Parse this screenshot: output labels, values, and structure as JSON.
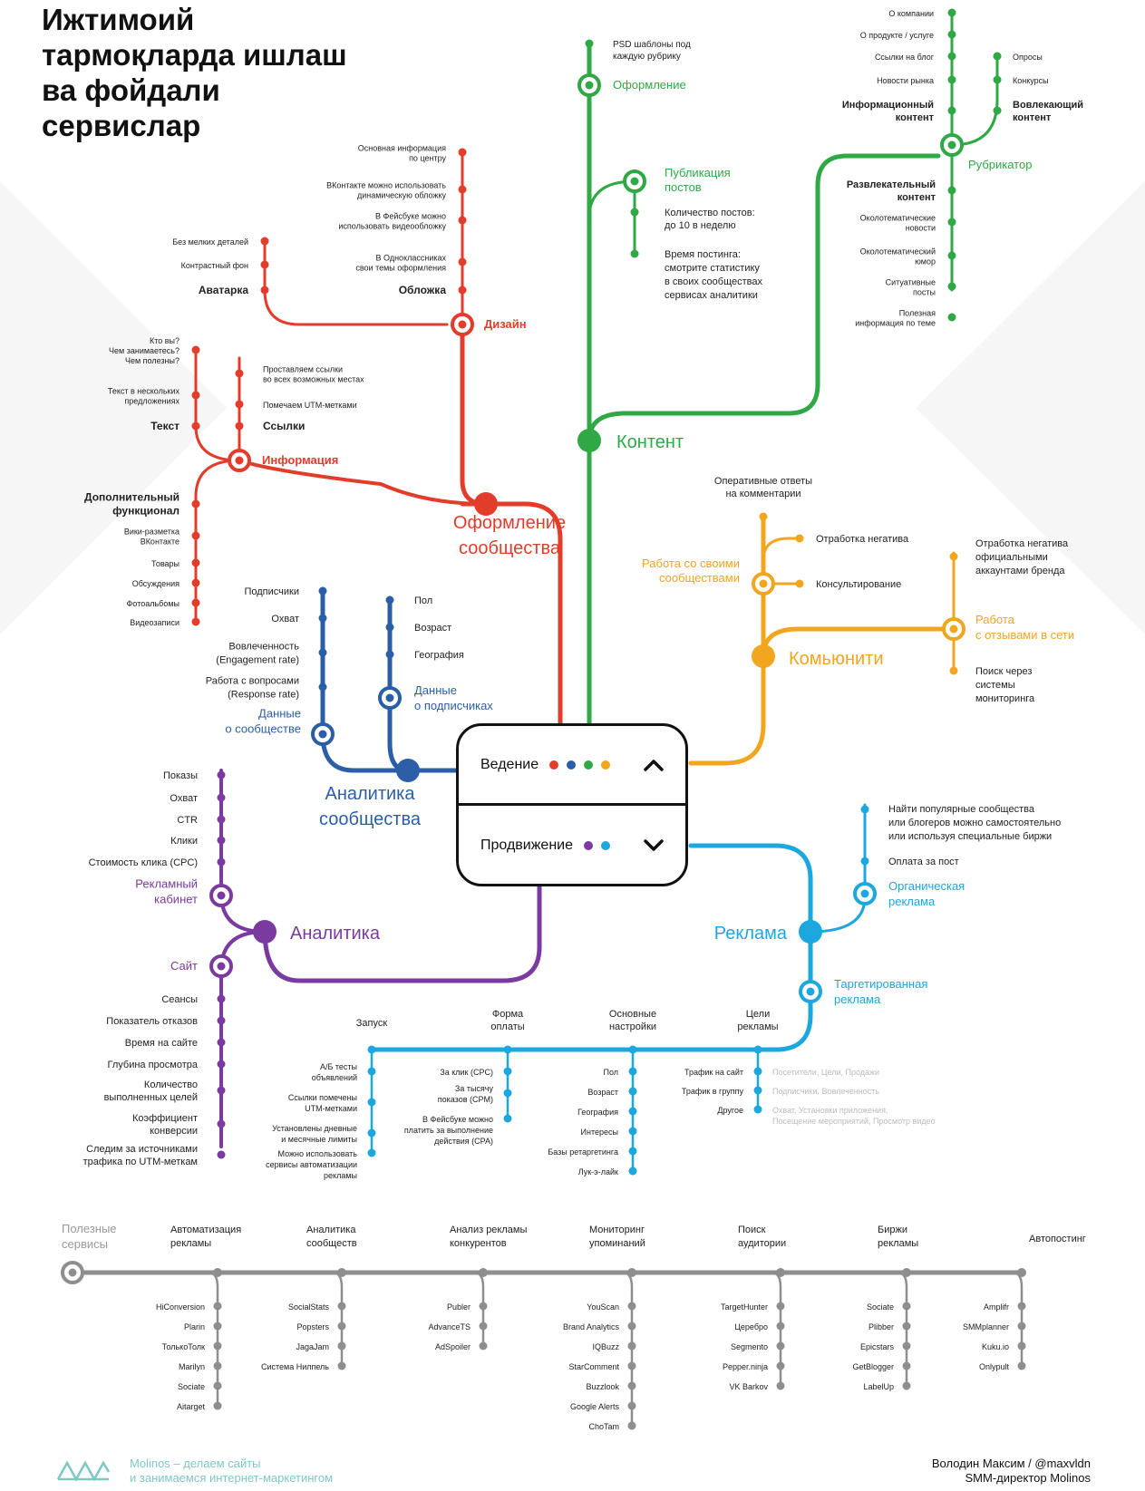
{
  "title": "Ижтимоий\nтармоқларда ишлаш\nва фойдали\nсервислар",
  "colors": {
    "design": "#e23c2b",
    "content": "#2fa845",
    "community": "#f2a51f",
    "analytics": "#2b5ea7",
    "ads_analytics": "#7b3aa0",
    "ads": "#1ca7de",
    "services": "#8e8e8e"
  },
  "hub": {
    "top_label": "Ведение",
    "bottom_label": "Продвижение",
    "top_icon": "chevron-up-icon",
    "bottom_icon": "chevron-down-icon"
  },
  "lines": {
    "oformlenie_soobshchestva": "Оформление\nсообщества",
    "kontent": "Контент",
    "komyuniti": "Комьюнити",
    "analitika_soobshchestva": "Аналитика\nсообщества",
    "analitika": "Аналитика",
    "reklama": "Реклама"
  },
  "design": {
    "dizain": "Дизайн",
    "oblozhka_notes": [
      "Основная информация\nпо центру",
      "ВКонтакте можно использовать\nдинамическую обложку",
      "В Фейсбуке можно\nиспользовать видеообложку",
      "В Одноклассниках\nсвои темы оформления",
      "Обложка"
    ],
    "avatar_notes": [
      "Без мелких деталей",
      "Контрастный фон",
      "Аватарка"
    ],
    "informatsiya": "Информация",
    "tekst_notes": [
      "Кто вы?\nЧем занимаетесь?\nЧем полезны?",
      "Текст в нескольких\nпредложениях",
      "Текст"
    ],
    "ssylki_notes": [
      "Проставляем ссылки\nво всех возможных местах",
      "Помечаем UTM-метками",
      "Ссылки"
    ],
    "functional": [
      "Дополнительный\nфункционал",
      "Вики-разметка\nВКонтакте",
      "Товары",
      "Обсуждения",
      "Фотоальбомы",
      "Видеозаписи"
    ]
  },
  "content": {
    "oformlenie": "Оформление",
    "psd": "PSD шаблоны под\nкаждую рубрику",
    "publikatsiya": "Публикация\nпостов",
    "posts_count": "Количество постов:\nдо 10 в неделю",
    "posting_time": "Время постинга:\nсмотрите статистику\nв своих сообществах\nсервисах аналитики",
    "rubrikator": "Рубрикатор",
    "info_items": [
      "О компании",
      "О продукте / услуге",
      "Ссылки на блог",
      "Новости рынка",
      "Информационный\nконтент"
    ],
    "engage_items": [
      "Опросы",
      "Конкурсы",
      "Вовлекающий\nконтент"
    ],
    "fun_items": [
      "Развлекательный\nконтент",
      "Околотематические\nновости",
      "Околотематический\nюмор",
      "Ситуативные\nпосты",
      "Полезная\nинформация по теме"
    ]
  },
  "community": {
    "rabota_soob": "Работа со своими\nсообществами",
    "answers": "Оперативные ответы\nна комментарии",
    "negativ": "Отработка негатива",
    "konsult": "Консультирование",
    "otzyvy": "Работа\nс отзывами в сети",
    "negativ_brand": "Отработка негатива\nофициальными\nаккаунтами бренда",
    "monitoring": "Поиск через\nсистемы\nмониторинга"
  },
  "analytics": {
    "data_community": "Данные\nо сообществе",
    "community_items": [
      "Подписчики",
      "Охват",
      "Вовлеченность\n(Engagement rate)",
      "Работа с вопросами\n(Response rate)"
    ],
    "data_subs": "Данные\nо подписчиках",
    "subs_items": [
      "Пол",
      "Возраст",
      "География"
    ]
  },
  "ads_analytics": {
    "cabinet": "Рекламный\nкабинет",
    "cabinet_items": [
      "Показы",
      "Охват",
      "CTR",
      "Клики",
      "Стоимость клика (CPC)"
    ],
    "site": "Сайт",
    "site_items": [
      "Сеансы",
      "Показатель отказов",
      "Время на сайте",
      "Глубина просмотра",
      "Количество\nвыполненных целей",
      "Коэффициент\nконверсии",
      "Следим за источниками\nтрафика по UTM-меткам"
    ]
  },
  "ads": {
    "organic": "Органическая\nреклама",
    "organic_items": [
      "Найти популярные сообщества\nили блогеров можно самостоятельно\nили используя специальные биржи",
      "Оплата за пост"
    ],
    "targeted": "Таргетированная\nреклама",
    "branches": [
      "Запуск",
      "Форма\nоплаты",
      "Основные\nнастройки",
      "Цели\nрекламы"
    ],
    "launch_items": [
      "А/Б тесты\nобъявлений",
      "Ссылки помечены\nUTM-метками",
      "Установлены дневные\nи месячные лимиты",
      "Можно использовать\nсервисы автоматизации\nрекламы"
    ],
    "pay_items": [
      "За клик (CPC)",
      "За тысячу\nпоказов (CPM)",
      "В Фейсбуке можно\nплатить за выполнение\nдействия (CPA)"
    ],
    "settings_items": [
      "Пол",
      "Возраст",
      "География",
      "Интересы",
      "Базы ретаргетинга",
      "Лук-э-лайк"
    ],
    "goal_items": [
      "Трафик на сайт",
      "Трафик в группу",
      "Другое"
    ],
    "goal_notes": [
      "Посетители, Цели, Продажи",
      "Подписчики, Вовлеченность",
      "Охват, Установки приложения,\nПосещение мероприятий, Просмотр видео"
    ]
  },
  "services": {
    "start": "Полезные\nсервисы",
    "groups": [
      {
        "name": "Автоматизация\nрекламы",
        "items": [
          "HiConversion",
          "Plarin",
          "ТолькоТолк",
          "Marilyn",
          "Sociate",
          "Aitarget"
        ]
      },
      {
        "name": "Аналитика\nсообществ",
        "items": [
          "SocialStats",
          "Popsters",
          "JagaJam",
          "Система Нилпель"
        ]
      },
      {
        "name": "Анализ рекламы\nконкурентов",
        "items": [
          "Publer",
          "AdvanceTS",
          "AdSpoiler"
        ]
      },
      {
        "name": "Мониторинг\nупоминаний",
        "items": [
          "YouScan",
          "Brand Analytics",
          "IQBuzz",
          "StarComment",
          "Buzzlook",
          "Google Alerts",
          "ChoTam"
        ]
      },
      {
        "name": "Поиск\nаудитории",
        "items": [
          "TargetHunter",
          "Церебро",
          "Segmento",
          "Pepper.ninja",
          "VK Barkov"
        ]
      },
      {
        "name": "Биржи\nрекламы",
        "items": [
          "Sociate",
          "Plibber",
          "Epicstars",
          "GetBlogger",
          "LabelUp"
        ]
      },
      {
        "name": "Автопостинг",
        "items": [
          "Amplifr",
          "SMMplanner",
          "Kuku.io",
          "Onlypult"
        ]
      }
    ]
  },
  "footer": {
    "left": "Molinos – делаем сайты\nи занимаемся интернет-маркетингом",
    "right": "Володин Максим / @maxvldn\nSMM-директор Molinos",
    "logo_icon": "molinos-logo-icon"
  }
}
